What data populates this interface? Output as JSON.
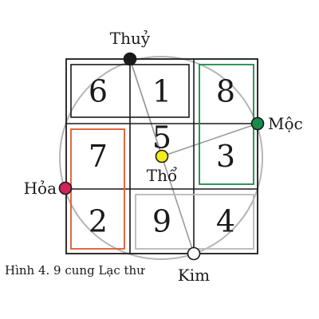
{
  "grid": {
    "cells": [
      {
        "number": "6",
        "row": 0,
        "col": 0
      },
      {
        "number": "1",
        "row": 0,
        "col": 1
      },
      {
        "number": "8",
        "row": 0,
        "col": 2
      },
      {
        "number": "7",
        "row": 1,
        "col": 0
      },
      {
        "number": "5",
        "row": 1,
        "col": 1
      },
      {
        "number": "3",
        "row": 1,
        "col": 2
      },
      {
        "number": "2",
        "row": 2,
        "col": 0
      },
      {
        "number": "9",
        "row": 2,
        "col": 1
      },
      {
        "number": "4",
        "row": 2,
        "col": 2
      }
    ]
  },
  "elements": {
    "thuy": {
      "label": "Thuỷ",
      "color": "#1a1a1a"
    },
    "moc": {
      "label": "Mộc",
      "color": "#1a8a4a"
    },
    "hoa": {
      "label": "Hỏa",
      "color": "#d0245a"
    },
    "kim": {
      "label": "Kim",
      "color": "#ffffff"
    },
    "tho": {
      "label": "Thổ",
      "color": "#f3ee1a"
    }
  },
  "groups": {
    "water_group_color": "#1a1a1a",
    "wood_group_color": "#1a8a4a",
    "fire_group_color": "#e0582a",
    "metal_group_color": "#b8b8b8"
  },
  "caption": "Hình 4. 9 cung Lạc thư"
}
